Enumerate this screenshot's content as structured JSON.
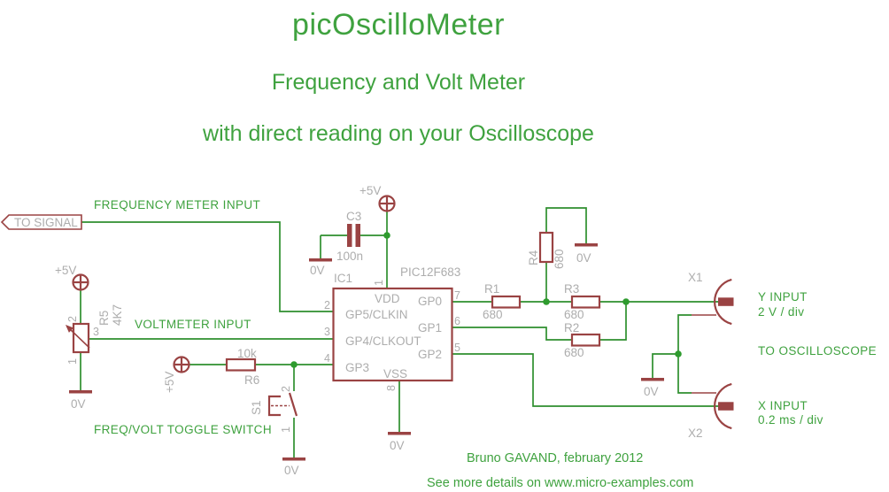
{
  "header": {
    "title": "picOscilloMeter",
    "subtitle": "Frequency and Volt Meter",
    "tagline": "with direct reading on your Oscilloscope"
  },
  "labels": {
    "frequency_meter_input": "FREQUENCY METER INPUT",
    "voltmeter_input": "VOLTMETER INPUT",
    "freq_volt_toggle_switch": "FREQ/VOLT TOGGLE SWITCH",
    "to_signal": "TO SIGNAL",
    "to_oscilloscope": "TO OSCILLOSCOPE",
    "y_input": "Y INPUT",
    "y_scale": "2 V / div",
    "x_input": "X INPUT",
    "x_scale": "0.2 ms / div"
  },
  "power": {
    "vcc": "+5V",
    "gnd": "0V"
  },
  "ic": {
    "ref": "IC1",
    "part": "PIC12F683",
    "pin_labels": {
      "vdd": "VDD",
      "vss": "VSS",
      "gp0": "GP0",
      "gp1": "GP1",
      "gp2": "GP2",
      "gp3": "GP3",
      "gp5": "GP5/CLKIN",
      "gp4": "GP4/CLKOUT"
    }
  },
  "pins": {
    "n1": "1",
    "n2": "2",
    "n3": "3",
    "n4": "4",
    "n5": "5",
    "n6": "6",
    "n7": "7",
    "n8": "8"
  },
  "components": {
    "r1": {
      "ref": "R1",
      "value": "680"
    },
    "r2": {
      "ref": "R2",
      "value": "680"
    },
    "r3": {
      "ref": "R3",
      "value": "680"
    },
    "r4": {
      "ref": "R4",
      "value": "680"
    },
    "r5": {
      "ref": "R5",
      "value": "4K7"
    },
    "r6": {
      "ref": "R6",
      "value": "10k"
    },
    "c3": {
      "ref": "C3",
      "value": "100n"
    },
    "s1": {
      "ref": "S1"
    },
    "x1": {
      "ref": "X1"
    },
    "x2": {
      "ref": "X2"
    }
  },
  "footer": {
    "credit": "Bruno GAVAND, february 2012",
    "link": "See more details on www.micro-examples.com"
  },
  "colors": {
    "text_green": "#3fa23f",
    "wire_green": "#2e8f2e",
    "component_maroon": "#9a4343",
    "label_gray": "#adadad"
  }
}
